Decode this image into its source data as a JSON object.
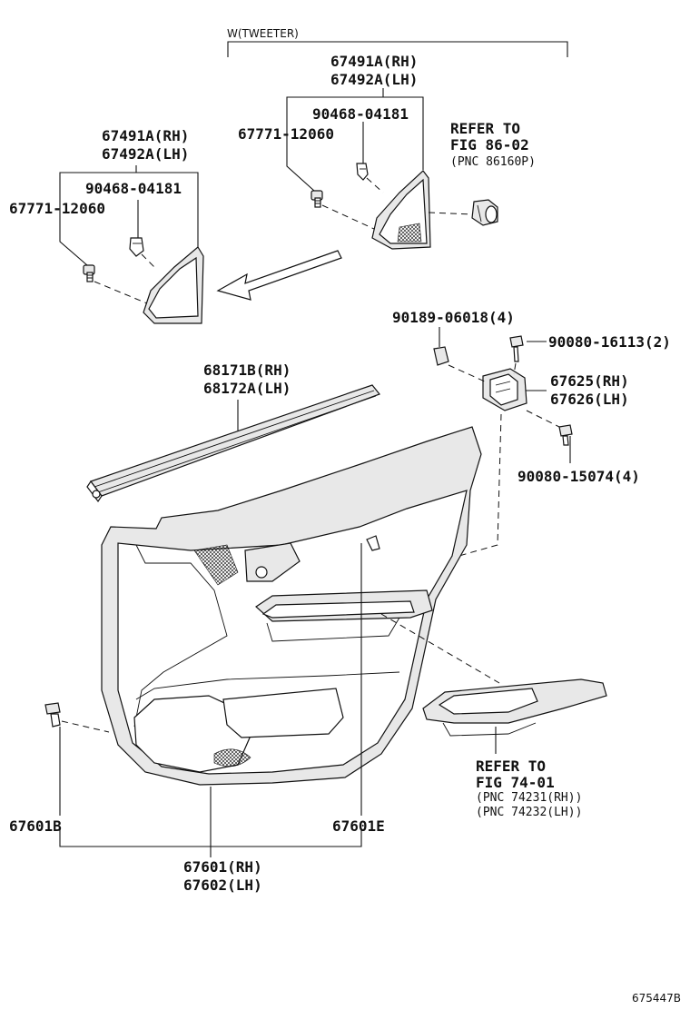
{
  "diagram": {
    "tweeter_group_label": "W(TWEETER)",
    "callouts": {
      "tweeter_rh_upper": "67491A(RH)",
      "tweeter_lh_upper": "67492A(LH)",
      "clip_upper": "90468-04181",
      "screw_upper": "67771-12060",
      "refer_to_86": "REFER TO",
      "fig_86": "FIG 86-02",
      "pnc_86": "(PNC 86160P)",
      "tweeter_rh_left": "67491A(RH)",
      "tweeter_lh_left": "67492A(LH)",
      "clip_left": "90468-04181",
      "screw_left": "67771-12060",
      "nut_bracket": "90189-06018(4)",
      "screw_bracket_top": "90080-16113(2)",
      "bracket_rh": "67625(RH)",
      "bracket_lh": "67626(LH)",
      "screw_bracket_bottom": "90080-15074(4)",
      "weatherstrip_rh": "68171B(RH)",
      "weatherstrip_lh": "68172A(LH)",
      "refer_to_74": "REFER TO",
      "fig_74": "FIG 74-01",
      "pnc_74_rh": "(PNC 74231(RH))",
      "pnc_74_lh": "(PNC 74232(LH))",
      "clip_left_bottom": "67601B",
      "clip_right_bottom": "67601E",
      "panel_rh": "67601(RH)",
      "panel_lh": "67602(LH)"
    },
    "figure_id": "675447B"
  }
}
